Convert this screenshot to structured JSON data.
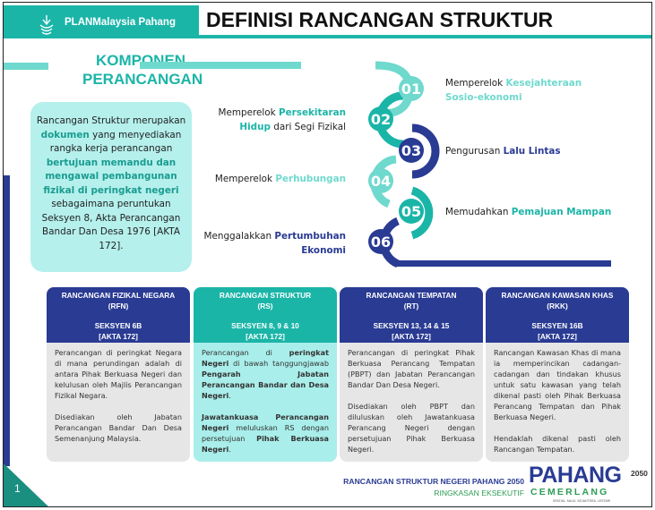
{
  "header": {
    "org": "PLANMalaysia Pahang",
    "title": "DEFINISI RANCANGAN STRUKTUR",
    "logo_icon": "planmalaysia-logo"
  },
  "section_title": [
    "KOMPONEN",
    "PERANCANGAN"
  ],
  "definition": {
    "p1": "Rancangan Struktur merupakan ",
    "h1": "dokumen",
    "p2": " yang menyediakan rangka kerja perancangan ",
    "h2": "bertujuan memandu dan mengawal pembangunan fizikal di peringkat negeri",
    "p3": " sebagaimana peruntukan Seksyen 8, Akta Perancangan Bandar Dan Desa 1976 [AKTA 172]."
  },
  "components": [
    {
      "num": "01",
      "pre": "Memperelok ",
      "hl": "Kesejahteraan Sosio-ekonomi",
      "post": "",
      "color": "#6fd9ce"
    },
    {
      "num": "02",
      "pre": "Memperelok ",
      "hl": "Persekitaran Hidup",
      "post": " dari Segi Fizikal",
      "color": "#1bb5a8"
    },
    {
      "num": "03",
      "pre": "Pengurusan ",
      "hl": "Lalu Lintas",
      "post": "",
      "color": "#2a3b93"
    },
    {
      "num": "04",
      "pre": "Memperelok ",
      "hl": "Perhubungan",
      "post": "",
      "color": "#6fd9ce"
    },
    {
      "num": "05",
      "pre": "Memudahkan ",
      "hl": "Pemajuan Mampan",
      "post": "",
      "color": "#1bb5a8"
    },
    {
      "num": "06",
      "pre": "Menggalakkan ",
      "hl": "Pertumbuhan Ekonomi",
      "post": "",
      "color": "#2a3b93"
    }
  ],
  "cards": [
    {
      "title": "RANCANGAN FIZIKAL NEGARA",
      "abbr": "(RFN)",
      "section": "SEKSYEN 6B",
      "act": "[AKTA 172]",
      "p1": "Perancangan di peringkat Negara di mana perundingan adalah di antara Pihak Berkuasa Negeri dan kelulusan oleh Majlis Perancangan Fizikal Negara.",
      "p2": "Disediakan oleh Jabatan Perancangan Bandar Dan Desa Semenanjung Malaysia."
    },
    {
      "title": "RANCANGAN STRUKTUR",
      "abbr": "(RS)",
      "section": "SEKSYEN 8, 9 & 10",
      "act": "[AKTA 172]",
      "p1a": "Perancangan di ",
      "p1b": "peringkat Negeri",
      "p1c": " di bawah tanggungjawab ",
      "p1d": "Pengarah Jabatan Perancangan Bandar dan Desa Negeri",
      "p1e": ".",
      "p2a": "Jawatankuasa Perancangan Negeri",
      "p2b": " meluluskan RS dengan persetujuan ",
      "p2c": "Pihak Berkuasa Negeri",
      "p2d": "."
    },
    {
      "title": "RANCANGAN TEMPATAN",
      "abbr": "(RT)",
      "section": "SEKSYEN 13, 14 & 15",
      "act": "[AKTA 172]",
      "p1": "Perancangan di peringkat Pihak Berkuasa Perancang Tempatan (PBPT) dan Jabatan Perancangan Bandar Dan Desa Negeri.",
      "p2": "Disediakan oleh PBPT dan diluluskan oleh Jawatankuasa Perancang Negeri dengan persetujuan Pihak Berkuasa Negeri."
    },
    {
      "title": "RANCANGAN  KAWASAN KHAS",
      "abbr": "(RKK)",
      "section": "SEKSYEN 16B",
      "act": "[AKTA 172]",
      "p1": "Rancangan Kawasan Khas di mana ia memperincikan cadangan-cadangan dan tindakan khusus untuk satu kawasan yang telah dikenal pasti oleh Pihak Berkuasa Perancang Tempatan dan Pihak Berkuasa Negeri.",
      "p2": "Hendaklah dikenal pasti oleh Rancangan Tempatan."
    }
  ],
  "footer": {
    "doc": "RANCANGAN STRUKTUR NEGERI PAHANG 2050",
    "sub": "RINGKASAN EKSEKUTIF",
    "brand1": "PAHANG",
    "brand2": "CEMERLANG",
    "tagline": "SPATIAL. MAJU. SEJAHTERA. LESTARI",
    "year": "2050",
    "page": "1"
  },
  "colors": {
    "teal": "#1bb5a8",
    "light_teal": "#6fd9ce",
    "navy": "#2a3b93"
  }
}
